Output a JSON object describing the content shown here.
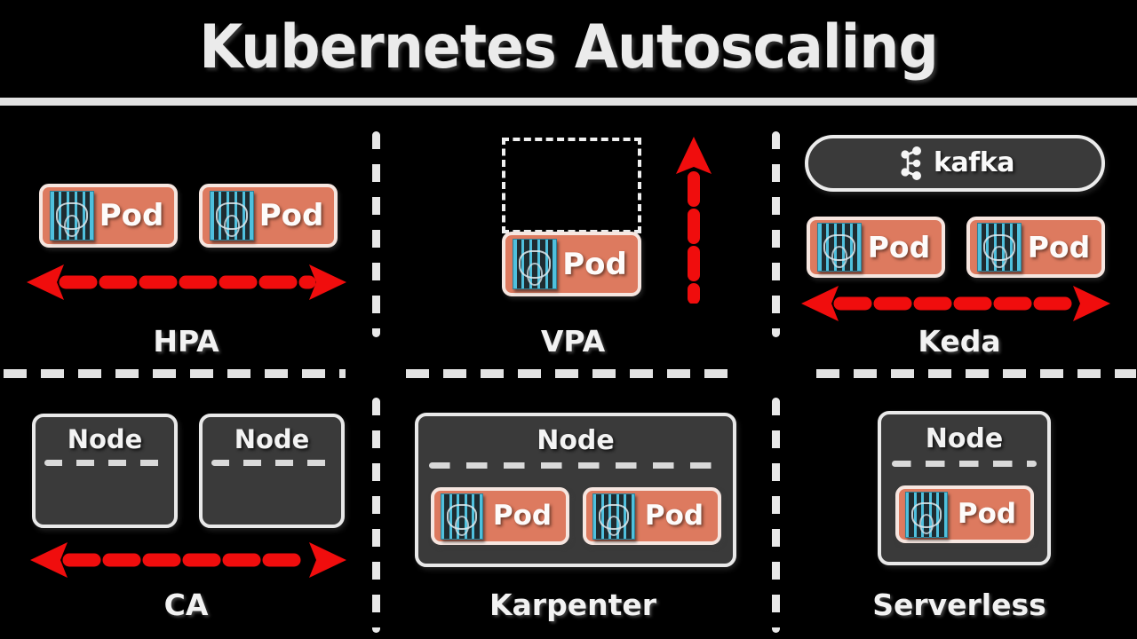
{
  "page": {
    "title": "Kubernetes Autoscaling",
    "background": "#000000",
    "accent_red": "#f00d0d",
    "pod_color": "#dd7a5f",
    "node_color": "#3a3a3a",
    "divider_color": "#e3e3e3",
    "icon_color": "#4fc0dd"
  },
  "sections": [
    {
      "id": "hpa",
      "label": "HPA",
      "pods": [
        {
          "label": "Pod",
          "icon": "container-icon"
        },
        {
          "label": "Pod",
          "icon": "container-icon"
        }
      ],
      "nodes": [],
      "arrow": "horizontal-double-arrow"
    },
    {
      "id": "vpa",
      "label": "VPA",
      "pods": [
        {
          "label": "Pod",
          "icon": "container-icon"
        }
      ],
      "nodes": [],
      "growth_box": true,
      "arrow": "vertical-up-arrow"
    },
    {
      "id": "keda",
      "label": "Keda",
      "trigger": {
        "name": "kafka",
        "icon": "kafka-logo-icon"
      },
      "pods": [
        {
          "label": "Pod",
          "icon": "container-icon"
        },
        {
          "label": "Pod",
          "icon": "container-icon"
        }
      ],
      "nodes": [],
      "arrow": "horizontal-double-arrow"
    },
    {
      "id": "ca",
      "label": "CA",
      "pods": [],
      "nodes": [
        {
          "label": "Node"
        },
        {
          "label": "Node"
        }
      ],
      "arrow": "horizontal-double-arrow"
    },
    {
      "id": "karpenter",
      "label": "Karpenter",
      "pods": [],
      "nodes": [
        {
          "label": "Node",
          "pods": [
            {
              "label": "Pod",
              "icon": "container-icon"
            },
            {
              "label": "Pod",
              "icon": "container-icon"
            }
          ]
        }
      ],
      "arrow": "none"
    },
    {
      "id": "serverless",
      "label": "Serverless",
      "pods": [],
      "nodes": [
        {
          "label": "Node",
          "pods": [
            {
              "label": "Pod",
              "icon": "container-icon"
            }
          ]
        }
      ],
      "arrow": "none"
    }
  ]
}
